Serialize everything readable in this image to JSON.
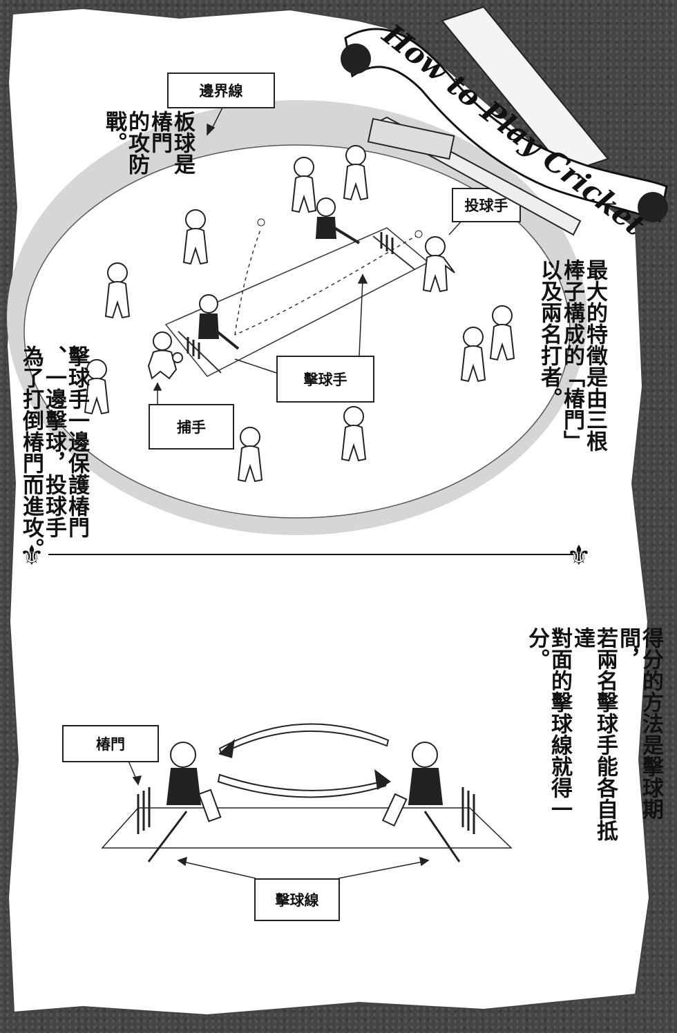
{
  "title": "How to Play Cricket",
  "top_diagram": {
    "labels": {
      "boundary": "邊界線",
      "bowler": "投球手",
      "batsman": "擊球手",
      "catcher": "捕手"
    }
  },
  "bottom_diagram": {
    "labels": {
      "wicket": "椿門",
      "crease": "擊球線"
    }
  },
  "captions": {
    "intro": "板球是椿門的攻防戰。",
    "wicket_feature": "最大的特徵是由三根棒子構成的「椿門」以及兩名打者。",
    "roles": "擊球手一邊保護椿門、一邊擊球，投球手為了打倒椿門而進攻。",
    "scoring": "得分的方法是擊球期間，若兩名擊球手能各自抵達對面的擊球線就得一分。"
  },
  "caption_columns": {
    "intro": [
      "板球是椿門",
      "的攻防戰。"
    ],
    "wicket_feature": [
      "最大的特徵是由三根",
      "棒子構成的「椿門」",
      "以及兩名打者。"
    ],
    "roles": [
      "擊球手一邊保護椿門",
      "、一邊擊球，投球手",
      "為了打倒椿門而進攻。"
    ],
    "scoring": [
      "得分的方法是擊球期間，",
      "若兩名擊球手能各自抵達",
      "對面的擊球線就得一分。"
    ]
  }
}
